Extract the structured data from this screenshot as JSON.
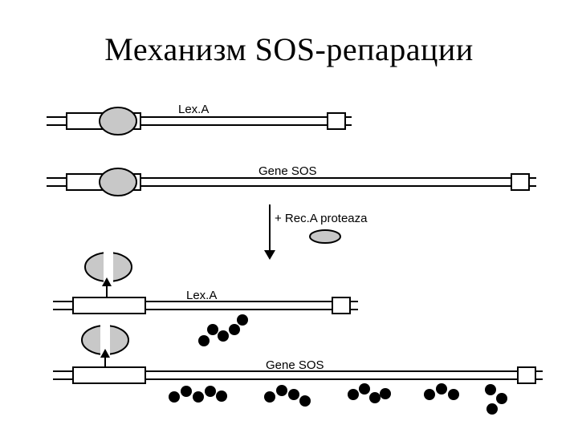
{
  "title": "Механизм SOS-репарации",
  "labels": {
    "lexa_top": "Lex.A",
    "gene_sos_top": "Gene SOS",
    "reca": "+ Rec.A proteaza",
    "lexa_bottom": "Lex.A",
    "gene_sos_bottom": "Gene SOS"
  },
  "colors": {
    "protein_fill": "#c8c8c8",
    "line": "#000000",
    "fragment": "#000000"
  }
}
